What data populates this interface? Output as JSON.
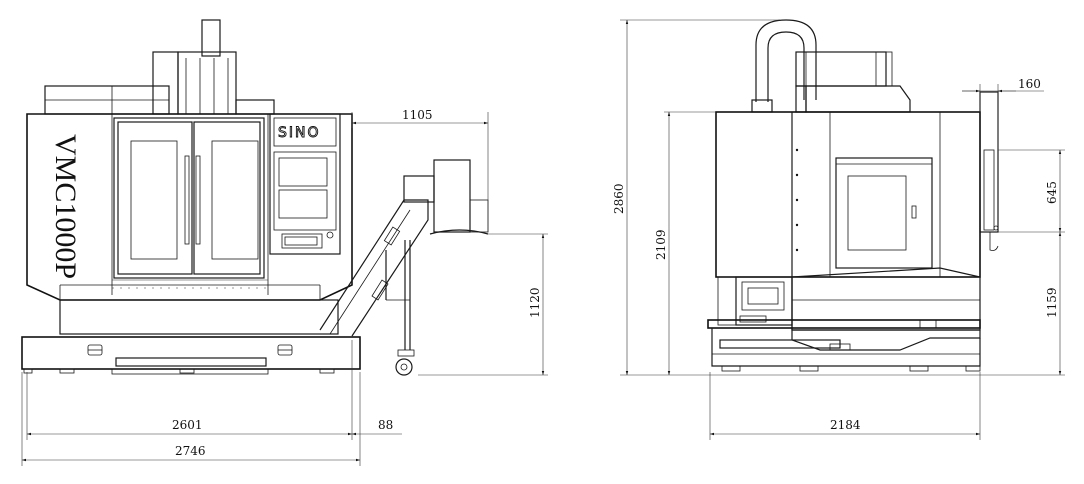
{
  "machine": {
    "brand": "SINO",
    "model": "VMC1000P"
  },
  "front_view": {
    "dims": {
      "conveyor_width": "1105",
      "conveyor_height": "1120",
      "base_width": "2601",
      "offset": "88",
      "total_width": "2746"
    }
  },
  "side_view": {
    "dims": {
      "total_height": "2860",
      "cabinet_height": "2109",
      "panel_offset": "160",
      "panel_height": "645",
      "panel_bottom_height": "1159",
      "depth": "2184"
    }
  }
}
